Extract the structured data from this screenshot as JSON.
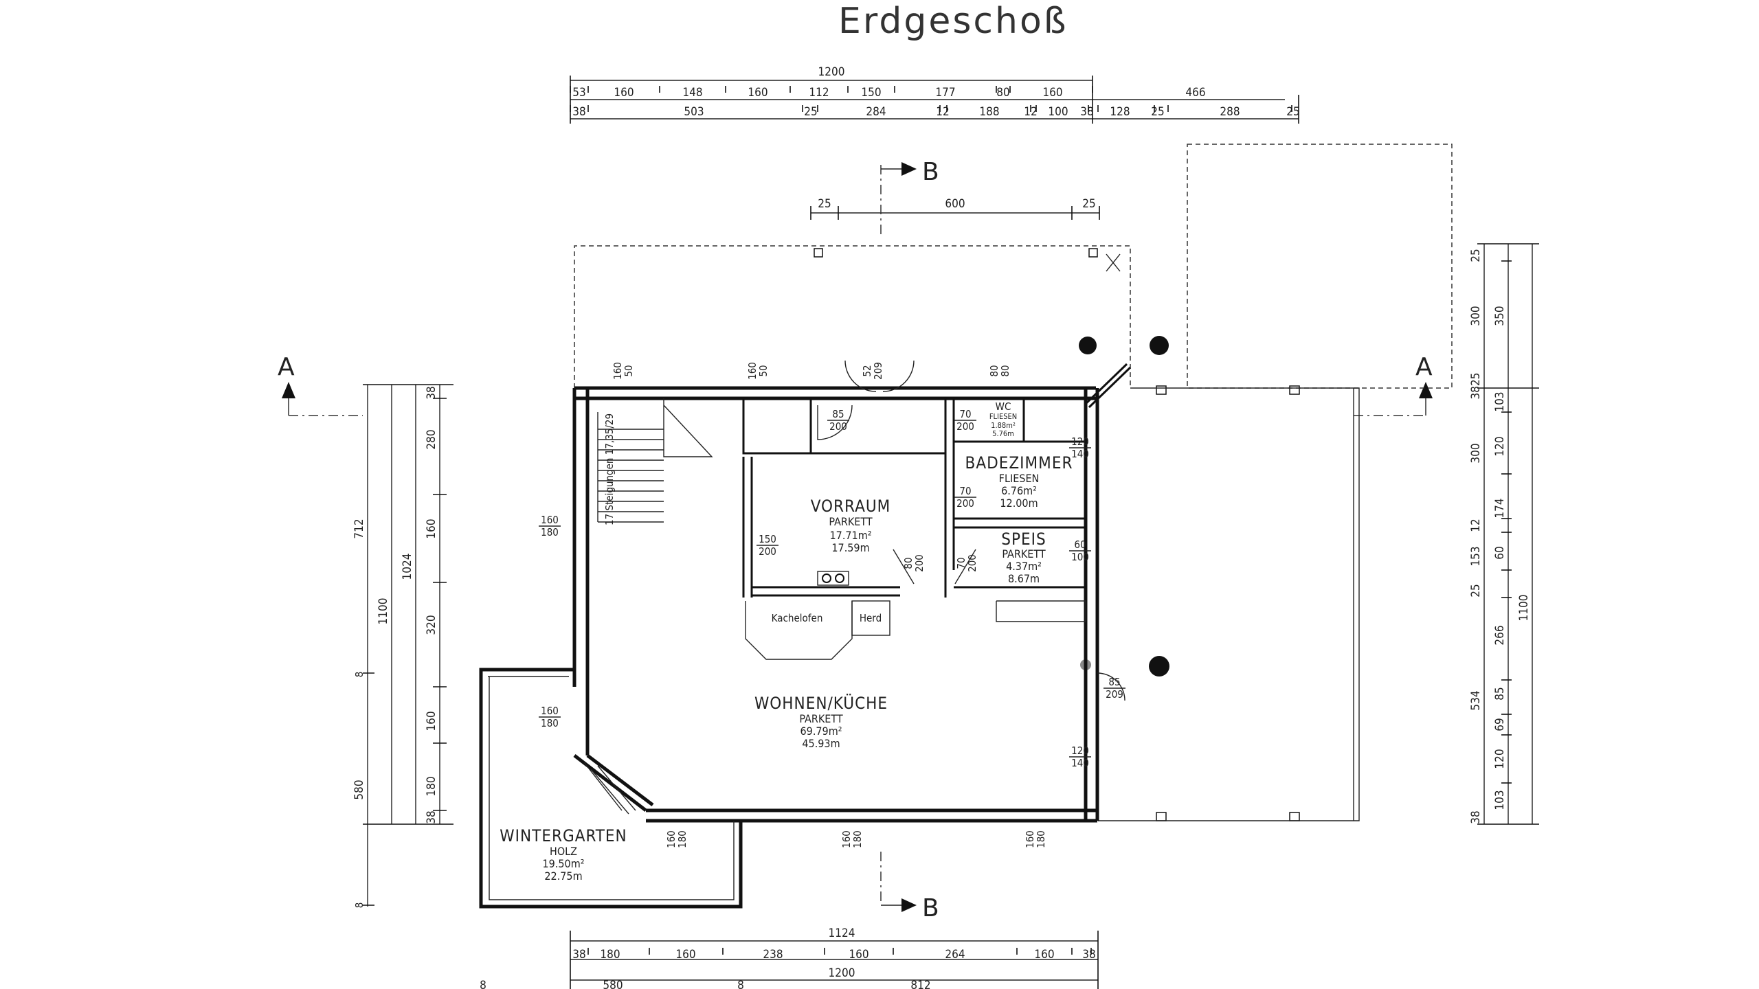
{
  "title": "Erdgeschoß",
  "section_marks": {
    "a": "A",
    "b": "B"
  },
  "dims_top": {
    "total": "1200",
    "right_total": "466",
    "row1": [
      "53",
      "160",
      "148",
      "160",
      "112",
      "150",
      "177",
      "80",
      "160"
    ],
    "row2": [
      "38",
      "503",
      "25",
      "284",
      "12",
      "188",
      "12",
      "100",
      "38",
      "128",
      "25",
      "288",
      "25"
    ],
    "row3": [
      "25",
      "600",
      "25"
    ]
  },
  "dims_bottom": {
    "total_inner": "1124",
    "row1": [
      "38",
      "180",
      "160",
      "238",
      "160",
      "264",
      "160",
      "38"
    ],
    "total": "1200",
    "row2": [
      "8",
      "580",
      "8",
      "812"
    ]
  },
  "dims_left": {
    "outer": [
      "712",
      "1100",
      "580"
    ],
    "mid": [
      "1024",
      "8",
      "8"
    ],
    "inner": [
      "38",
      "280",
      "160",
      "320",
      "160",
      "180",
      "38"
    ]
  },
  "dims_right": {
    "col1": [
      "25",
      "300",
      "3825",
      "300",
      "12",
      "153",
      "25",
      "534",
      "38"
    ],
    "col2": [
      "350",
      "103",
      "120",
      "174",
      "60",
      "266",
      "85",
      "69",
      "120",
      "103"
    ],
    "col3": [
      "1100"
    ]
  },
  "rooms": {
    "vorraum": {
      "name": "VORRAUM",
      "floor": "PARKETT",
      "area": "17.71m²",
      "perimeter": "17.59m"
    },
    "badezimmer": {
      "name": "BADEZIMMER",
      "floor": "FLIESEN",
      "area": "6.76m²",
      "perimeter": "12.00m"
    },
    "wc": {
      "name": "WC",
      "floor": "FLIESEN",
      "area": "1.88m²",
      "perimeter": "5.76m"
    },
    "speis": {
      "name": "SPEIS",
      "floor": "PARKETT",
      "area": "4.37m²",
      "perimeter": "8.67m"
    },
    "wohnen": {
      "name": "WOHNEN/KÜCHE",
      "floor": "PARKETT",
      "area": "69.79m²",
      "perimeter": "45.93m"
    },
    "wintergarten": {
      "name": "WINTERGARTEN",
      "floor": "HOLZ",
      "area": "19.50m²",
      "perimeter": "22.75m"
    }
  },
  "fixtures": {
    "kachelofen": "Kachelofen",
    "herd": "Herd",
    "stairs": "17 Steigungen 17,35/29"
  },
  "openings": {
    "w_top1": [
      "160",
      "50"
    ],
    "w_top2": [
      "160",
      "50"
    ],
    "door_main": [
      "52",
      "209"
    ],
    "w_top3": [
      "80",
      "80"
    ],
    "door_vorraum": [
      "85",
      "200"
    ],
    "door_wc": [
      "70",
      "200"
    ],
    "door_bad": [
      "70",
      "200"
    ],
    "door_wohnen": [
      "150",
      "200"
    ],
    "door_k1": [
      "80",
      "200"
    ],
    "door_k2": [
      "70",
      "200"
    ],
    "w_left1": [
      "160",
      "180"
    ],
    "w_left2": [
      "160",
      "180"
    ],
    "w_bad": [
      "120",
      "140"
    ],
    "w_speis": [
      "60",
      "100"
    ],
    "door_east": [
      "85",
      "209"
    ],
    "w_east": [
      "120",
      "140"
    ],
    "w_bottom1": [
      "160",
      "180"
    ],
    "w_bottom2": [
      "160",
      "180"
    ],
    "w_bottom3": [
      "160",
      "180"
    ]
  }
}
